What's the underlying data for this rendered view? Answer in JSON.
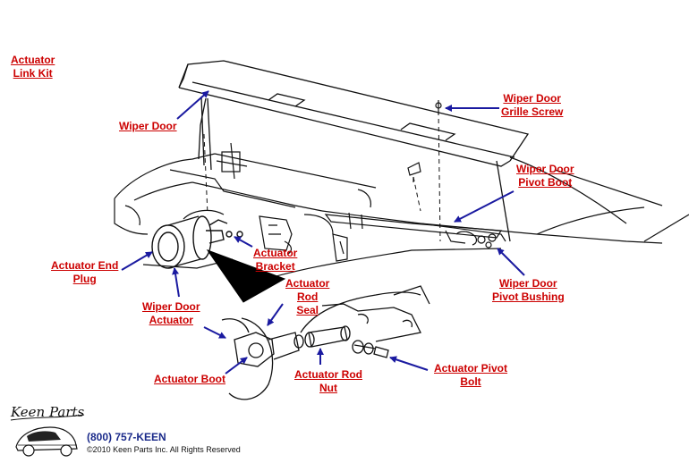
{
  "labels": {
    "actuator_link_kit": [
      "Actuator",
      "Link Kit"
    ],
    "wiper_door": [
      "Wiper Door"
    ],
    "wiper_door_grille_screw": [
      "Wiper Door",
      "Grille Screw"
    ],
    "wiper_door_pivot_boot": [
      "Wiper Door",
      "Pivot Boot"
    ],
    "actuator_bracket": [
      "Actuator",
      "Bracket"
    ],
    "actuator_end_plug": [
      "Actuator End",
      "Plug"
    ],
    "actuator_rod_seal": [
      "Actuator",
      "Rod",
      "Seal"
    ],
    "wiper_door_pivot_bushing": [
      "Wiper Door",
      "Pivot Bushing"
    ],
    "wiper_door_actuator": [
      "Wiper Door",
      "Actuator"
    ],
    "actuator_boot": [
      "Actuator Boot"
    ],
    "actuator_rod_nut": [
      "Actuator Rod",
      "Nut"
    ],
    "actuator_pivot_bolt": [
      "Actuator Pivot",
      "Bolt"
    ]
  },
  "footer": {
    "logo_text": "Keen Parts",
    "phone": "(800) 757-KEEN",
    "copyright": "©2010 Keen Parts Inc. All Rights Reserved"
  },
  "colors": {
    "label": "#cc0000",
    "arrow": "#1a1aa0",
    "line_art": "#111111",
    "phone": "#1a2a8a"
  }
}
